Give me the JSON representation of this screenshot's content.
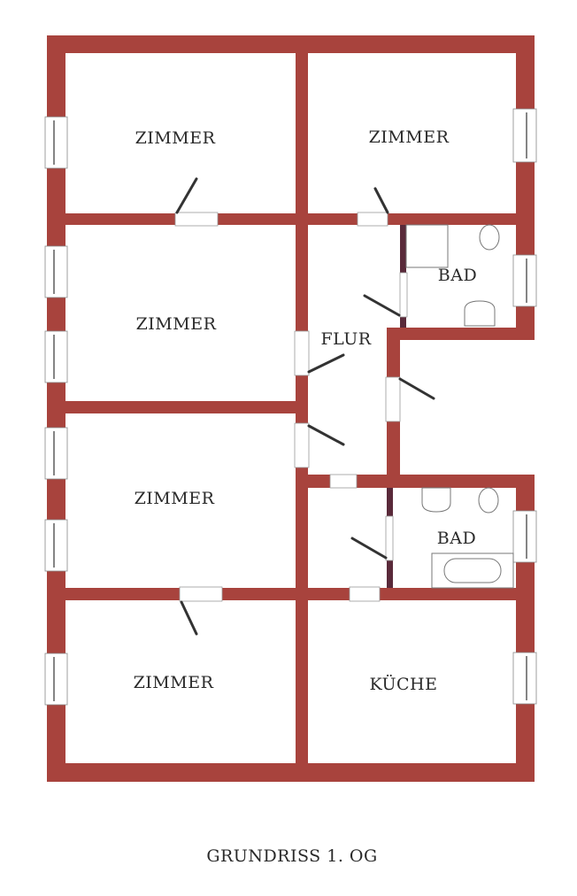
{
  "title": "GRUNDRISS 1. OG",
  "colors": {
    "wall": "#a8433d",
    "inner_wall_dark": "#5a2a3a",
    "background": "#ffffff",
    "text": "#2a2a2a"
  },
  "rooms": [
    {
      "id": "zimmer-1",
      "label": "ZIMMER"
    },
    {
      "id": "zimmer-2",
      "label": "ZIMMER"
    },
    {
      "id": "zimmer-3",
      "label": "ZIMMER"
    },
    {
      "id": "zimmer-4",
      "label": "ZIMMER"
    },
    {
      "id": "zimmer-5",
      "label": "ZIMMER"
    },
    {
      "id": "flur",
      "label": "FLUR"
    },
    {
      "id": "bad-1",
      "label": "BAD"
    },
    {
      "id": "bad-2",
      "label": "BAD"
    },
    {
      "id": "kueche",
      "label": "KÜCHE"
    }
  ]
}
